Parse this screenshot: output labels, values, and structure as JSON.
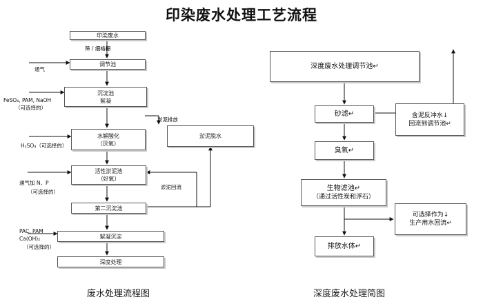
{
  "title": "印染废水处理工艺流程",
  "left": {
    "caption": "废水处理流程图",
    "boxes": {
      "b1": "印染废水",
      "b2": "调节池",
      "b3a": "沉淀池",
      "b3b": "絮凝",
      "b4a": "水解酸化",
      "b4b": "（厌氧）",
      "b5a": "活性淤泥池",
      "b5b": "（好氧）",
      "b6": "第二沉淀池",
      "b7": "絮凝沉淀",
      "b8": "深度处理",
      "sludge": "淤泥脱水"
    },
    "labels": {
      "screen": "筛 / 细格栅",
      "aeration": "通气",
      "chem1": "FeSO₄, PAM, NaOH",
      "optional1": "（可选择的）",
      "h2so4": "H₂SO₄（可选择的）",
      "aerate_np": "通气加 N、P",
      "optional2": "（可选择的）",
      "pac": "PAC, PAM",
      "caoh": "Ca(OH)₂",
      "optional3": "（可选择的）",
      "sludge_discharge": "淤泥排放",
      "sludge_return": "淤泥回流"
    }
  },
  "right": {
    "caption": "深度废水处理简图",
    "boxes": {
      "r1": "深度废水处理调节池↵",
      "r2": "砂滤↵",
      "r3": "臭氧↵",
      "r4a": "生物滤池↵",
      "r4b": "（通过活性炭和浮石）",
      "r5": "排放水体↵",
      "backwash_a": "含泥反冲水↓",
      "backwash_b": "回流到调节池↵",
      "reuse_a": "可选择作为↓",
      "reuse_b": "生产用水回流↵"
    }
  }
}
